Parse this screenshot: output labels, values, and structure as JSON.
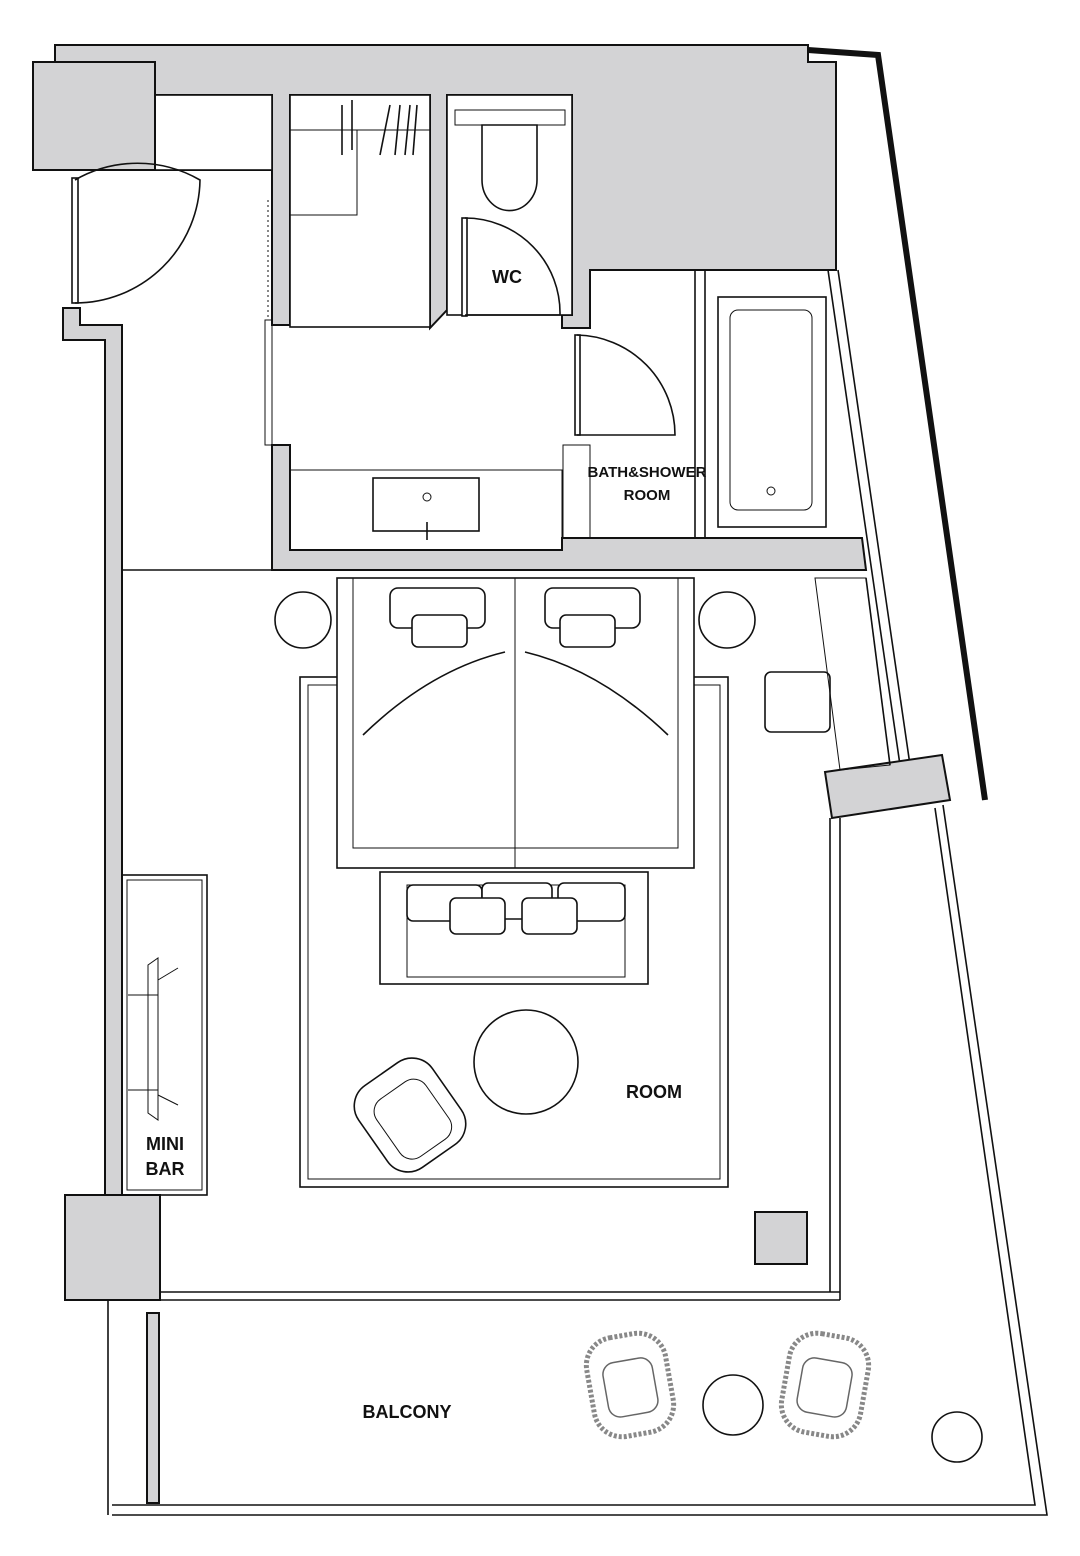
{
  "labels": {
    "wc": "WC",
    "bath_line1": "BATH&SHOWER",
    "bath_line2": "ROOM",
    "room": "ROOM",
    "minibar_line1": "MINI",
    "minibar_line2": "BAR",
    "balcony": "BALCONY"
  },
  "colors": {
    "wall": "#d3d3d5",
    "line": "#111111"
  }
}
